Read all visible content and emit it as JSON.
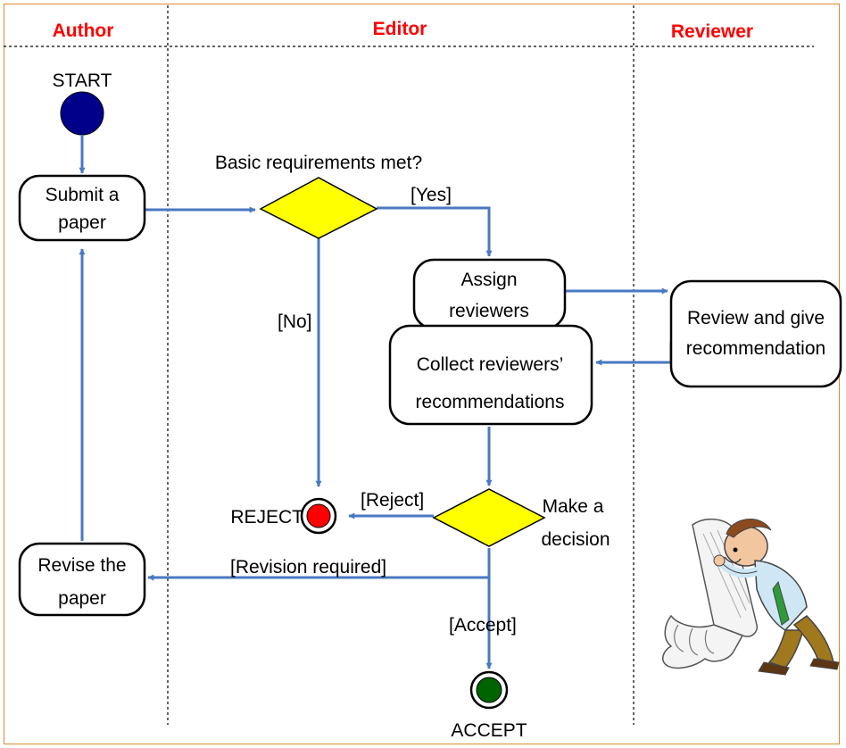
{
  "lanes": {
    "author": "Author",
    "editor": "Editor",
    "reviewer": "Reviewer"
  },
  "nodes": {
    "start": "START",
    "submit": [
      "Submit a",
      "paper"
    ],
    "basic_check": "Basic requirements met?",
    "assign": [
      "Assign",
      "reviewers"
    ],
    "review": [
      "Review and give",
      "recommendation"
    ],
    "collect": [
      "Collect reviewers’",
      "recommendations"
    ],
    "decide": [
      "Make a",
      "decision"
    ],
    "reject": "REJECT",
    "revise": [
      "Revise the",
      "paper"
    ],
    "accept": "ACCEPT"
  },
  "guards": {
    "yes": "[Yes]",
    "no": "[No]",
    "reject": "[Reject]",
    "revision": "[Revision required]",
    "accept": "[Accept]"
  },
  "colors": {
    "lane_title": "#ff0000",
    "flow": "#4a78c2",
    "start_fill": "#00008b",
    "reject_fill": "#ff0000",
    "accept_fill": "#006400",
    "decision_fill": "#ffff00",
    "frame": "#e08a2e"
  },
  "illustration": "man-reading-long-paper-scroll"
}
